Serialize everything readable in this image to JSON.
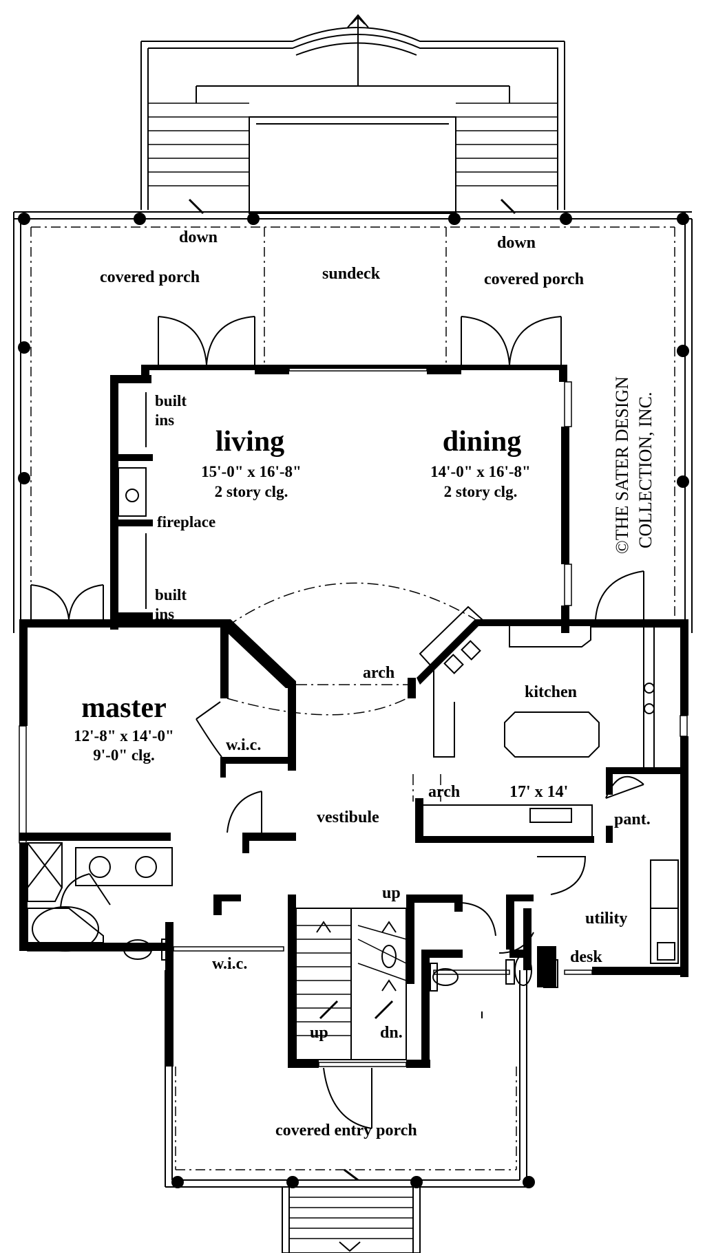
{
  "rooms": {
    "covered_porch_left": "covered porch",
    "sundeck": "sundeck",
    "covered_porch_right": "covered porch",
    "down_left": "down",
    "down_right": "down",
    "living": {
      "name": "living",
      "size": "15'-0\" x 16'-8\"",
      "ceiling": "2 story clg."
    },
    "dining": {
      "name": "dining",
      "size": "14'-0\" x 16'-8\"",
      "ceiling": "2 story clg."
    },
    "built_ins_top": {
      "line1": "built",
      "line2": "ins"
    },
    "fireplace": "fireplace",
    "built_ins_bottom": {
      "line1": "built",
      "line2": "ins"
    },
    "master": {
      "name": "master",
      "size": "12'-8\" x 14'-0\"",
      "ceiling": "9'-0\" clg."
    },
    "wic_upper": "w.i.c.",
    "arch_center": "arch",
    "kitchen": {
      "name": "kitchen",
      "size": "17' x 14'"
    },
    "arch_kitchen": "arch",
    "vestibule": "vestibule",
    "pantry": "pant.",
    "utility": "utility",
    "desk": "desk",
    "wic_lower": "w.i.c.",
    "stair_up_top": "up",
    "stair_up_bottom": "up",
    "stair_down": "dn.",
    "covered_entry_porch": "covered entry porch"
  },
  "copyright": {
    "line1": "©THE SATER DESIGN",
    "line2": "COLLECTION, INC."
  }
}
